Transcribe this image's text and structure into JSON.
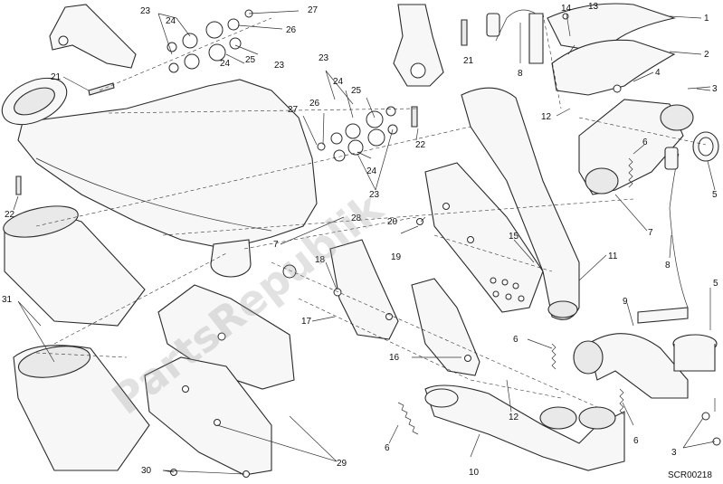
{
  "diagram": {
    "reference_code": "SCR00218",
    "watermark": "PartsRepublik",
    "callouts": [
      {
        "id": "c1",
        "label": "1"
      },
      {
        "id": "c2",
        "label": "2"
      },
      {
        "id": "c3a",
        "label": "3"
      },
      {
        "id": "c3b",
        "label": "3"
      },
      {
        "id": "c4",
        "label": "4"
      },
      {
        "id": "c5a",
        "label": "5"
      },
      {
        "id": "c5b",
        "label": "5"
      },
      {
        "id": "c6a",
        "label": "6"
      },
      {
        "id": "c6b",
        "label": "6"
      },
      {
        "id": "c6c",
        "label": "6"
      },
      {
        "id": "c6d",
        "label": "6"
      },
      {
        "id": "c7a",
        "label": "7"
      },
      {
        "id": "c7b",
        "label": "7"
      },
      {
        "id": "c8a",
        "label": "8"
      },
      {
        "id": "c8b",
        "label": "8"
      },
      {
        "id": "c9",
        "label": "9"
      },
      {
        "id": "c10",
        "label": "10"
      },
      {
        "id": "c11",
        "label": "11"
      },
      {
        "id": "c12a",
        "label": "12"
      },
      {
        "id": "c12b",
        "label": "12"
      },
      {
        "id": "c13",
        "label": "13"
      },
      {
        "id": "c14",
        "label": "14"
      },
      {
        "id": "c15",
        "label": "15"
      },
      {
        "id": "c16",
        "label": "16"
      },
      {
        "id": "c17",
        "label": "17"
      },
      {
        "id": "c18",
        "label": "18"
      },
      {
        "id": "c19",
        "label": "19"
      },
      {
        "id": "c20",
        "label": "20"
      },
      {
        "id": "c21a",
        "label": "21"
      },
      {
        "id": "c21b",
        "label": "21"
      },
      {
        "id": "c22a",
        "label": "22"
      },
      {
        "id": "c22b",
        "label": "22"
      },
      {
        "id": "c23a",
        "label": "23"
      },
      {
        "id": "c23b",
        "label": "23"
      },
      {
        "id": "c23c",
        "label": "23"
      },
      {
        "id": "c23d",
        "label": "23"
      },
      {
        "id": "c24a",
        "label": "24"
      },
      {
        "id": "c24b",
        "label": "24"
      },
      {
        "id": "c24c",
        "label": "24"
      },
      {
        "id": "c24d",
        "label": "24"
      },
      {
        "id": "c25a",
        "label": "25"
      },
      {
        "id": "c25b",
        "label": "25"
      },
      {
        "id": "c26a",
        "label": "26"
      },
      {
        "id": "c26b",
        "label": "26"
      },
      {
        "id": "c27a",
        "label": "27"
      },
      {
        "id": "c27b",
        "label": "27"
      },
      {
        "id": "c28",
        "label": "28"
      },
      {
        "id": "c29",
        "label": "29"
      },
      {
        "id": "c30",
        "label": "30"
      },
      {
        "id": "c31",
        "label": "31"
      }
    ]
  }
}
